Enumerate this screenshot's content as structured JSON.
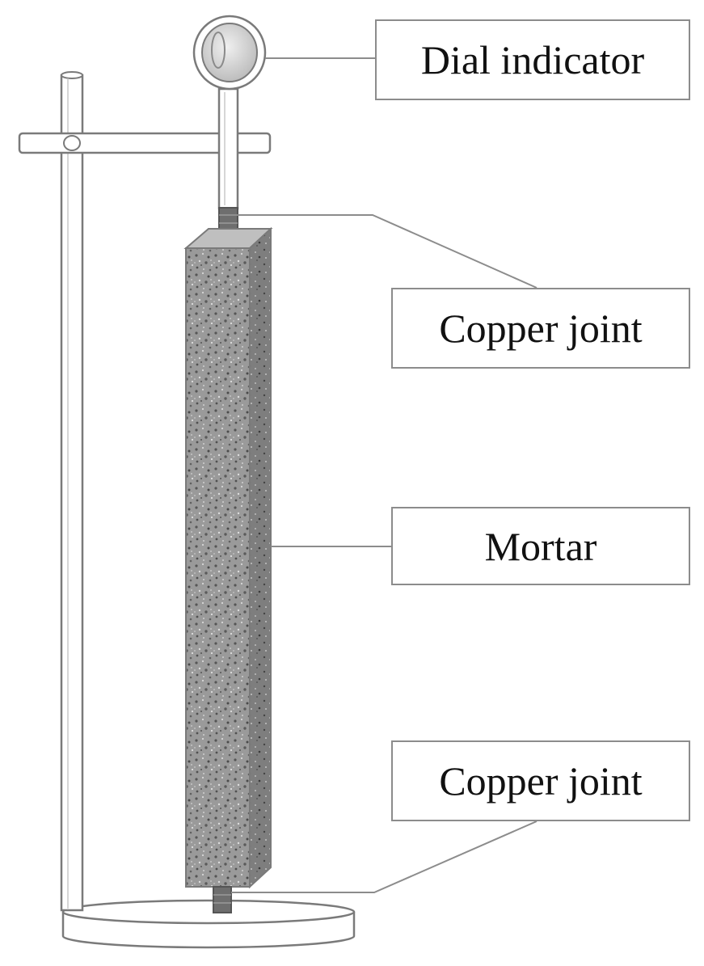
{
  "labels": {
    "dial_indicator": "Dial indicator",
    "copper_joint_top": "Copper joint",
    "mortar": "Mortar",
    "copper_joint_bottom": "Copper joint"
  },
  "colors": {
    "outline": "#7a7a7a",
    "leader": "#8c8c8c",
    "mortar_fill": "#8f8f8f",
    "joint_fill": "#6e6e6e",
    "text": "#111111"
  }
}
